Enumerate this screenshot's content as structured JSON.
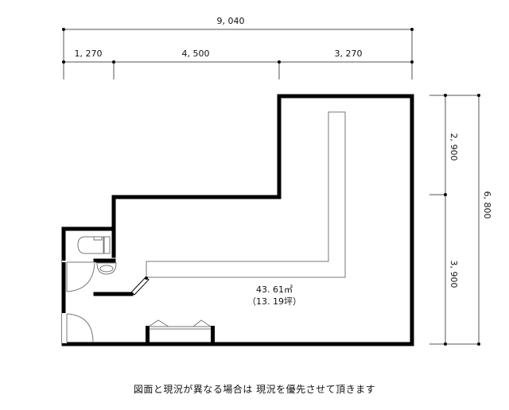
{
  "dimensions": {
    "overall_width": "9, 040",
    "segments_width": [
      "1, 270",
      "4, 500",
      "3, 270"
    ],
    "overall_height": "6, 800",
    "segments_height": [
      "2, 900",
      "3, 900"
    ]
  },
  "room": {
    "area_sqm": "43. 61㎡",
    "area_tsubo": "（13. 19坪）"
  },
  "footer_note": "図面と現況が異なる場合は 現況を優先させて頂きます",
  "colors": {
    "wall": "#000000",
    "dimension_line": "#555555",
    "fixture_line": "#777777"
  }
}
